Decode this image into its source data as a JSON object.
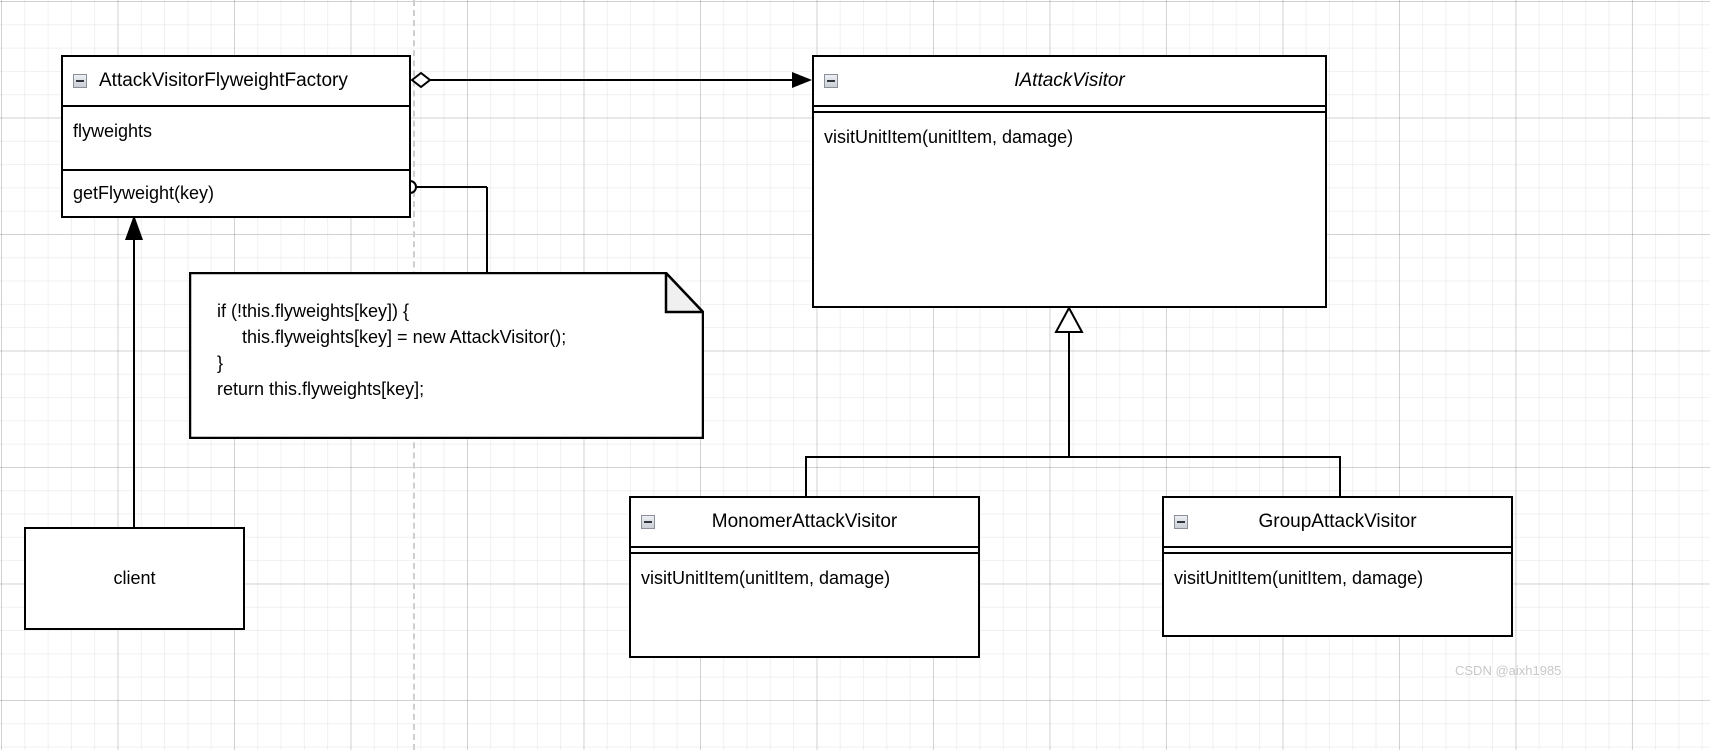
{
  "diagram": {
    "title": "AttackVisitor Flyweight UML class diagram",
    "background": "#ffffff",
    "grid_color": "#e8e8e8",
    "line_color": "#000000"
  },
  "classes": {
    "factory": {
      "name": "AttackVisitorFlyweightFactory",
      "collapse_icon": "minus-collapse-icon",
      "attributes": [
        "flyweights"
      ],
      "methods": [
        "getFlyweight(key)"
      ]
    },
    "interface": {
      "name": "IAttackVisitor",
      "collapse_icon": "minus-collapse-icon",
      "italic": true,
      "attributes": [],
      "methods": [
        "visitUnitItem(unitItem, damage)"
      ]
    },
    "monomer": {
      "name": "MonomerAttackVisitor",
      "collapse_icon": "minus-collapse-icon",
      "attributes": [],
      "methods": [
        "visitUnitItem(unitItem, damage)"
      ]
    },
    "group": {
      "name": "GroupAttackVisitor",
      "collapse_icon": "minus-collapse-icon",
      "attributes": [],
      "methods": [
        "visitUnitItem(unitItem, damage)"
      ]
    },
    "client": {
      "name": "client"
    }
  },
  "note": {
    "code": "if (!this.flyweights[key]) {\n     this.flyweights[key] = new AttackVisitor();\n}\nreturn this.flyweights[key];"
  },
  "relationships": [
    {
      "name": "aggregation-factory-to-interface",
      "from": "AttackVisitorFlyweightFactory",
      "to": "IAttackVisitor",
      "source_decoration": "hollow-diamond",
      "target_decoration": "filled-arrow"
    },
    {
      "name": "note-anchor-getflyweight",
      "from": "getFlyweight(key)",
      "to": "note",
      "source_decoration": "hollow-circle"
    },
    {
      "name": "dependency-client-to-factory",
      "from": "client",
      "to": "AttackVisitorFlyweightFactory",
      "target_decoration": "filled-arrow"
    },
    {
      "name": "generalization-monomer-to-interface",
      "from": "MonomerAttackVisitor",
      "to": "IAttackVisitor",
      "target_decoration": "hollow-triangle"
    },
    {
      "name": "generalization-group-to-interface",
      "from": "GroupAttackVisitor",
      "to": "IAttackVisitor",
      "target_decoration": "hollow-triangle"
    }
  ],
  "watermark": {
    "text": "CSDN @aixh1985"
  }
}
